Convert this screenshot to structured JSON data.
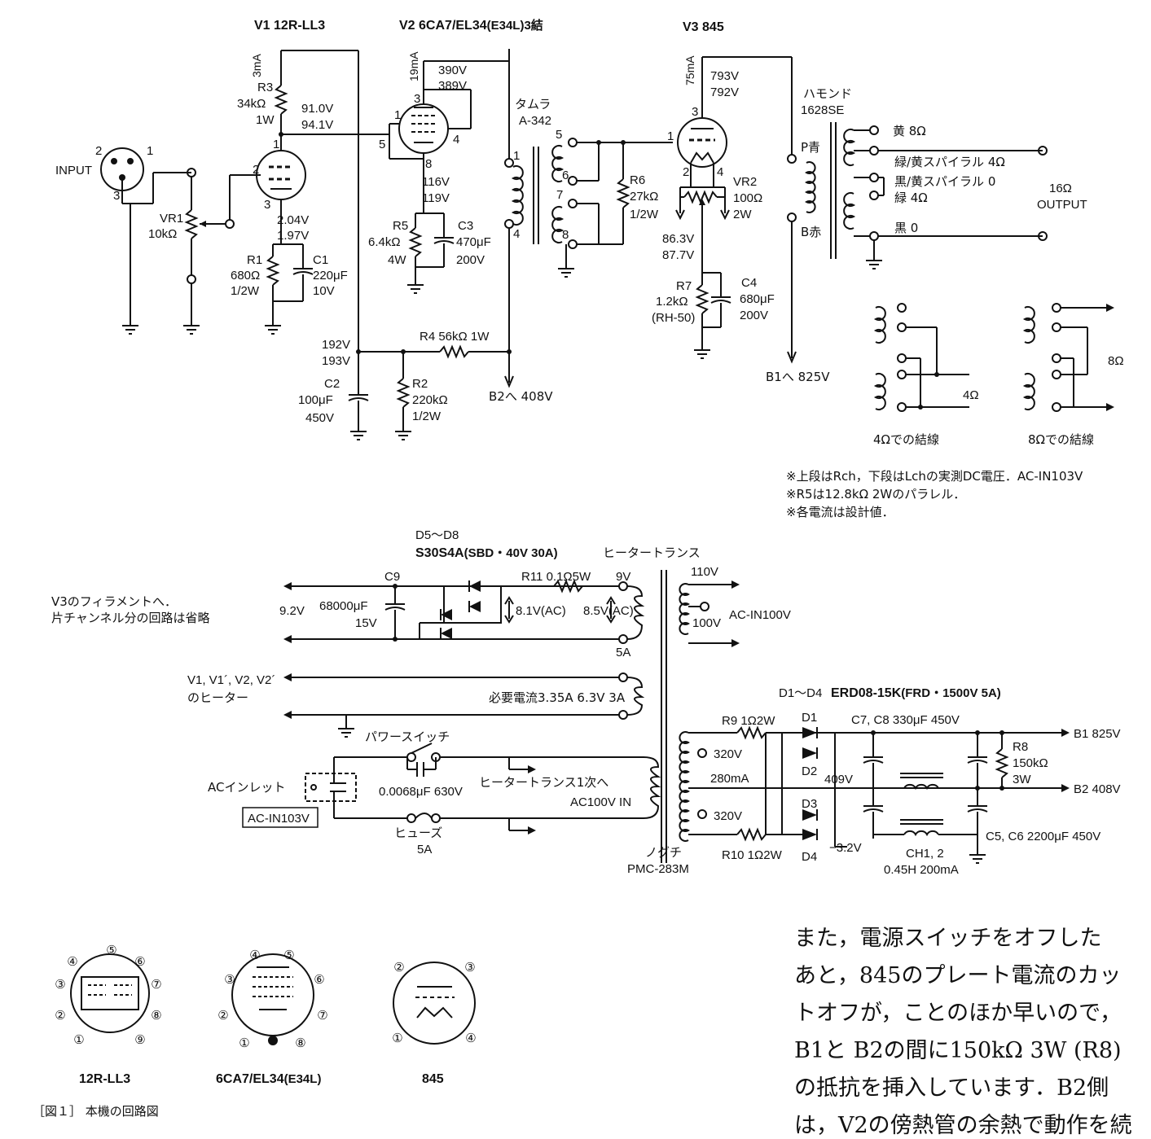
{
  "tubes": {
    "v1": {
      "ref": "V1",
      "type": "12R-LL3",
      "current": "3mA"
    },
    "v2": {
      "ref": "V2",
      "type": "6CA7/EL34",
      "type_note": "(E34L)3結",
      "current": "19mA"
    },
    "v3": {
      "ref": "V3",
      "type": "845",
      "current": "75mA"
    }
  },
  "input": {
    "label": "INPUT",
    "vr1_ref": "VR1",
    "vr1_value": "10kΩ",
    "pins": [
      "1",
      "2",
      "3"
    ]
  },
  "stage1": {
    "r3_ref": "R3",
    "r3_value": "34kΩ",
    "r3_power": "1W",
    "plate_v1": "91.0V",
    "plate_v2": "94.1V",
    "cathode_v1": "2.04V",
    "cathode_v2": "1.97V",
    "r1_ref": "R1",
    "r1_value": "680Ω",
    "r1_power": "1/2W",
    "c1_ref": "C1",
    "c1_value": "220μF",
    "c1_voltage": "10V",
    "b_v1": "192V",
    "b_v2": "193V",
    "c2_ref": "C2",
    "c2_value": "100μF",
    "c2_voltage": "450V",
    "r2_ref": "R2",
    "r2_value": "220kΩ",
    "r2_power": "1/2W",
    "r4_label": "R4 56kΩ 1W",
    "b2_label": "B2へ 408V"
  },
  "stage2": {
    "plate_v1": "390V",
    "plate_v2": "389V",
    "cathode_v1": "116V",
    "cathode_v2": "119V",
    "r5_ref": "R5",
    "r5_value": "6.4kΩ",
    "r5_power": "4W",
    "c3_ref": "C3",
    "c3_value": "470μF",
    "c3_voltage": "200V"
  },
  "interstage": {
    "name": "タムラ",
    "model": "A-342",
    "r6_ref": "R6",
    "r6_value": "27kΩ",
    "r6_power": "1/2W"
  },
  "stage3": {
    "plate_v1": "793V",
    "plate_v2": "792V",
    "vr2_ref": "VR2",
    "vr2_value": "100Ω",
    "vr2_power": "2W",
    "fil_v1": "86.3V",
    "fil_v2": "87.7V",
    "r7_ref": "R7",
    "r7_value": "1.2kΩ",
    "r7_note": "(RH-50)",
    "c4_ref": "C4",
    "c4_value": "680μF",
    "c4_voltage": "200V",
    "b1_label": "B1へ 825V"
  },
  "output": {
    "name": "ハモンド",
    "model": "1628SE",
    "p_label": "P青",
    "b_label": "B赤",
    "taps": [
      "黄 8Ω",
      "緑/黄スパイラル 4Ω",
      "黒/黄スパイラル 0",
      "緑 4Ω",
      "黒 0"
    ],
    "ohm16": "16Ω",
    "output_label": "OUTPUT",
    "wiring_4": "4Ωでの結線",
    "wiring_8": "8Ωでの結線",
    "ohm4": "4Ω",
    "ohm8": "8Ω"
  },
  "notes": [
    "※上段はRch，下段はLchの実測DC電圧．AC-IN103V",
    "※R5は12.8kΩ 2Wのパラレル．",
    "※各電流は設計値．"
  ],
  "heater_supply": {
    "diodes_ref": "D5〜D8",
    "diode_type": "S30S4A",
    "diode_note": "(SBD・40V 30A)",
    "transformer": "ヒータートランス",
    "v3_fil_1": "V3のフィラメントへ．",
    "v3_fil_2": "片チャンネル分の回路は省略",
    "out_v": "9.2V",
    "c9_ref": "C9",
    "c9_value": "68000μF",
    "c9_voltage": "15V",
    "r11": "R11 0.1Ω5W",
    "ac1": "8.1V(AC)",
    "ac2": "8.5V(AC)",
    "tap_9v": "9V",
    "tap_5a": "5A",
    "pri_110": "110V",
    "pri_100": "100V",
    "ac_in": "AC-IN100V",
    "heaters_1": "V1, V1´, V2, V2´",
    "heaters_2": "のヒーター",
    "heater_req": "必要電流3.35A 6.3V 3A"
  },
  "mains": {
    "switch": "パワースイッチ",
    "cap": "0.0068μF 630V",
    "inlet": "ACインレット",
    "ac_box": "AC-IN103V",
    "to_heater_1": "ヒータートランス1次へ",
    "to_heater_2": "AC100V IN",
    "fuse": "ヒューズ",
    "fuse_rating": "5A",
    "trans_name": "ノグチ",
    "trans_model": "PMC-283M"
  },
  "hv_supply": {
    "diodes_ref": "D1〜D4",
    "diode_type": "ERD08-15K",
    "diode_note": "(FRD・1500V 5A)",
    "r9": "R9 1Ω2W",
    "r10": "R10 1Ω2W",
    "d1": "D1",
    "d2": "D2",
    "d3": "D3",
    "d4": "D4",
    "c78": "C7, C8 330μF 450V",
    "tap1": "320V",
    "tap2": "320V",
    "current": "280mA",
    "v409": "409V",
    "v_neg": "−3.2V",
    "r8_ref": "R8",
    "r8_value": "150kΩ",
    "r8_power": "3W",
    "b1": "B1 825V",
    "b2": "B2 408V",
    "c56": "C5, C6 2200μF 450V",
    "choke": "CH1, 2",
    "choke_spec": "0.45H 200mA"
  },
  "basing": {
    "tube1": "12R-LL3",
    "tube2": "6CA7/EL34",
    "tube2_note": "(E34L)",
    "tube3": "845"
  },
  "caption": "［図１］ 本機の回路図",
  "body_text": "また，電源スイッチをオフした\nあと，845のプレート電流のカッ\nトオフが，ことのほか早いので，\nB1と B2の間に150kΩ 3W (R8)\nの抵抗を挿入しています．B2側\nは，V2の傍熱管の余熱で動作を続"
}
